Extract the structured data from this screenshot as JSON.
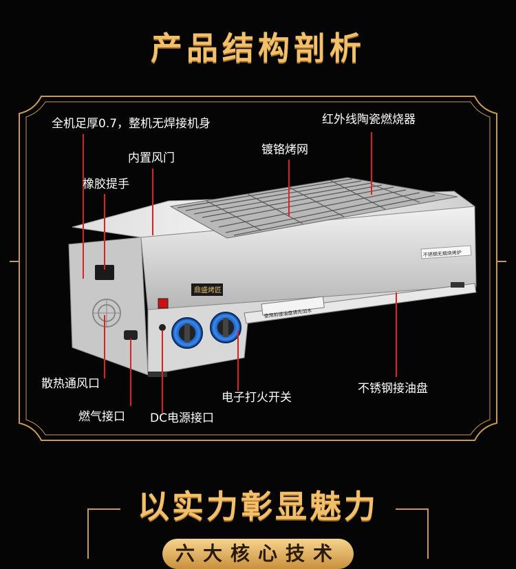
{
  "page": {
    "title": "产品结构剖析",
    "subtitle": "以实力彰显魅力",
    "section_badge": "六大核心技术"
  },
  "product": {
    "logo_text": "鼎盛烤匠",
    "pan_sticker": "使用前接油盘请先加水",
    "side_sticker": "不锈钢无烟烧烤炉"
  },
  "labels": {
    "body": "全机足厚0.7，整机无焊接机身",
    "damper": "内置风门",
    "handle": "橡胶提手",
    "grill": "镀铬烤网",
    "burner": "红外线陶瓷燃烧器",
    "vent": "散热通风口",
    "gas": "燃气接口",
    "dc": "DC电源接口",
    "ignition": "电子打火开关",
    "tray": "不锈钢接油盘"
  },
  "colors": {
    "accent": "#f2c06a",
    "frame": "#c99a52",
    "pointer": "#e02020"
  }
}
